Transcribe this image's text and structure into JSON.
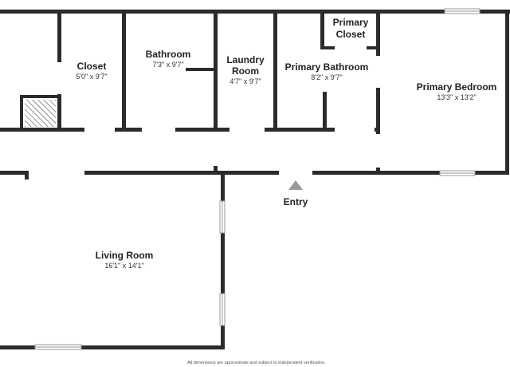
{
  "rooms": {
    "closet": {
      "name": "Closet",
      "dims": "5'0\" x 9'7\""
    },
    "bathroom": {
      "name": "Bathroom",
      "dims": "7'3\" x 9'7\""
    },
    "laundry": {
      "name_line1": "Laundry",
      "name_line2": "Room",
      "dims": "4'7\" x 9'7\""
    },
    "primary_bathroom": {
      "name": "Primary Bathroom",
      "dims": "8'2\" x 9'7\""
    },
    "primary_closet": {
      "name_line1": "Primary",
      "name_line2": "Closet"
    },
    "primary_bedroom": {
      "name": "Primary Bedroom",
      "dims": "13'3\" x 13'2\""
    },
    "living_room": {
      "name": "Living Room",
      "dims": "16'1\" x 14'1\""
    }
  },
  "entry": {
    "label": "Entry"
  },
  "disclaimer": "All dimensions are approximate and subject to independent verification.",
  "colors": {
    "wall": "#2b2b2b",
    "background": "#ffffff",
    "text": "#222222",
    "entry_arrow": "#9a9a9a"
  }
}
